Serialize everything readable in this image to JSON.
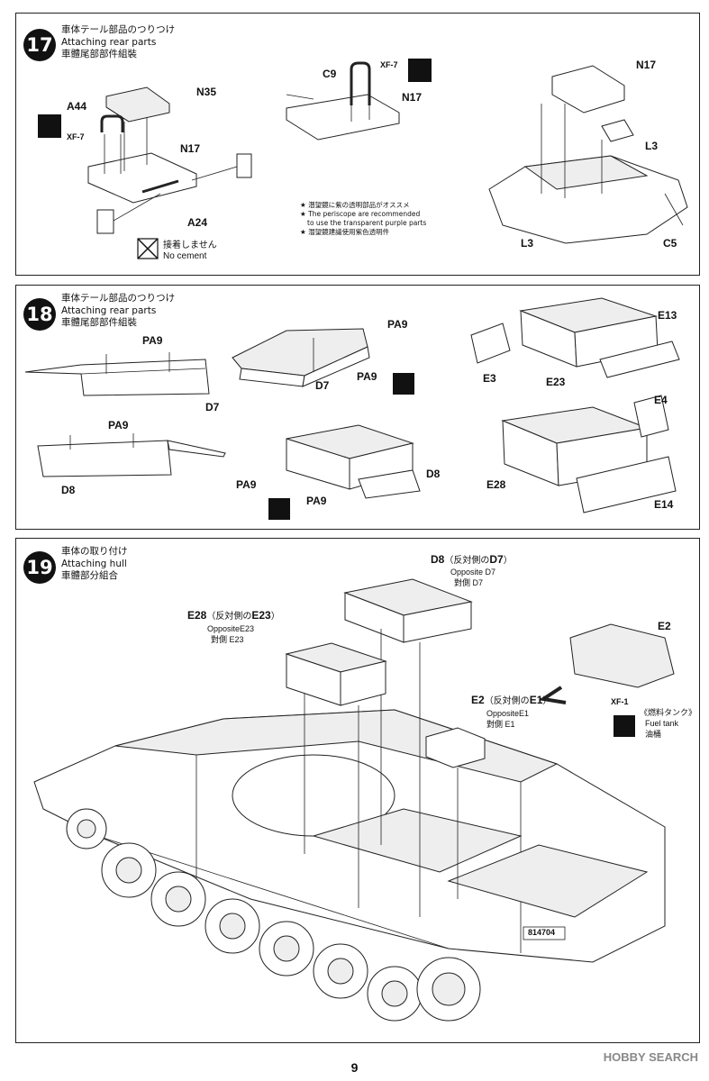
{
  "steps": {
    "s17": {
      "number": "17",
      "title_ja": "車体テール部品のつりつけ",
      "title_en": "Attaching rear parts",
      "title_zh": "車體尾部部件組裝",
      "parts": {
        "a44": "A44",
        "n35": "N35",
        "n17a": "N17",
        "a24": "A24",
        "c9": "C9",
        "n17b": "N17",
        "n17c": "N17",
        "l3a": "L3",
        "l3b": "L3",
        "c5": "C5"
      },
      "paint_a": "XF-7",
      "paint_b": "XF-7",
      "no_cement_ja": "接着しません",
      "no_cement_en": "No cement",
      "note1": "★ 潜望鏡に紫の透明部品がオススメ",
      "note2": "★ The periscope are recommended",
      "note3": "to use the transparent purple parts",
      "note4": "★ 潛望鏡建議使用紫色透明件"
    },
    "s18": {
      "number": "18",
      "title_ja": "車体テール部品のつりつけ",
      "title_en": "Attaching rear parts",
      "title_zh": "車體尾部部件組裝",
      "parts": {
        "pa9a": "PA9",
        "d7a": "D7",
        "pa9b": "PA9",
        "pa9c": "PA9",
        "d7b": "D7",
        "pa9d": "PA9",
        "d8a": "D8",
        "pa9e": "PA9",
        "pa9f": "PA9",
        "d8b": "D8",
        "e13": "E13",
        "e3": "E3",
        "e23": "E23",
        "e4": "E4",
        "e28": "E28",
        "e14": "E14"
      }
    },
    "s19": {
      "number": "19",
      "title_ja": "車体の取り付け",
      "title_en": "Attaching hull",
      "title_zh": "車體部分組合",
      "d8_main": "D8",
      "d8_paren": "（反対側の",
      "d8_alt": "D7",
      "d8_paren_close": "）",
      "d8_en": "Opposite D7",
      "d8_zh": "對側 D7",
      "e28_main": "E28",
      "e28_paren": "（反対側の",
      "e28_alt": "E23",
      "e28_paren_close": "）",
      "e28_en": "OppositeE23",
      "e28_zh": "對側 E23",
      "e2_main": "E2",
      "e2_paren": "（反対側の",
      "e2_alt": "E1",
      "e2_paren_close": "）",
      "e2_en": "OppositeE1",
      "e2_zh": "對側 E1",
      "e2_top": "E2",
      "paint": "XF-1",
      "fuel_ja": "《燃料タンク》",
      "fuel_en": "Fuel tank",
      "fuel_zh": "油桶",
      "hull_number": "814704"
    }
  },
  "page_number": "9",
  "watermark": "HOBBY SEARCH"
}
